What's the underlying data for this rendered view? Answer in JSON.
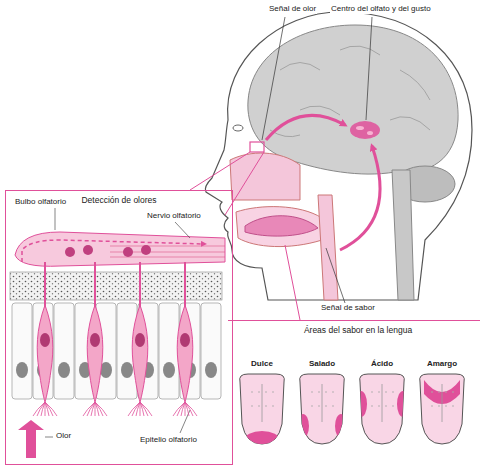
{
  "diagram": {
    "nodes": [
      {
        "text": [
          "Detección de olores"
        ]
      },
      {
        "text": [
          "Áreas del sabor en la lengua"
        ]
      }
    ],
    "labels": [
      "Señal de olor",
      "Centro del olfato y del gusto",
      "Señal de sabor",
      "Bulbo olfatorio",
      "Nervio olfatorio",
      "Olor",
      "Epitelio olfatorio",
      "Dulce",
      "Salado",
      "Ácido",
      "Amargo"
    ]
  }
}
